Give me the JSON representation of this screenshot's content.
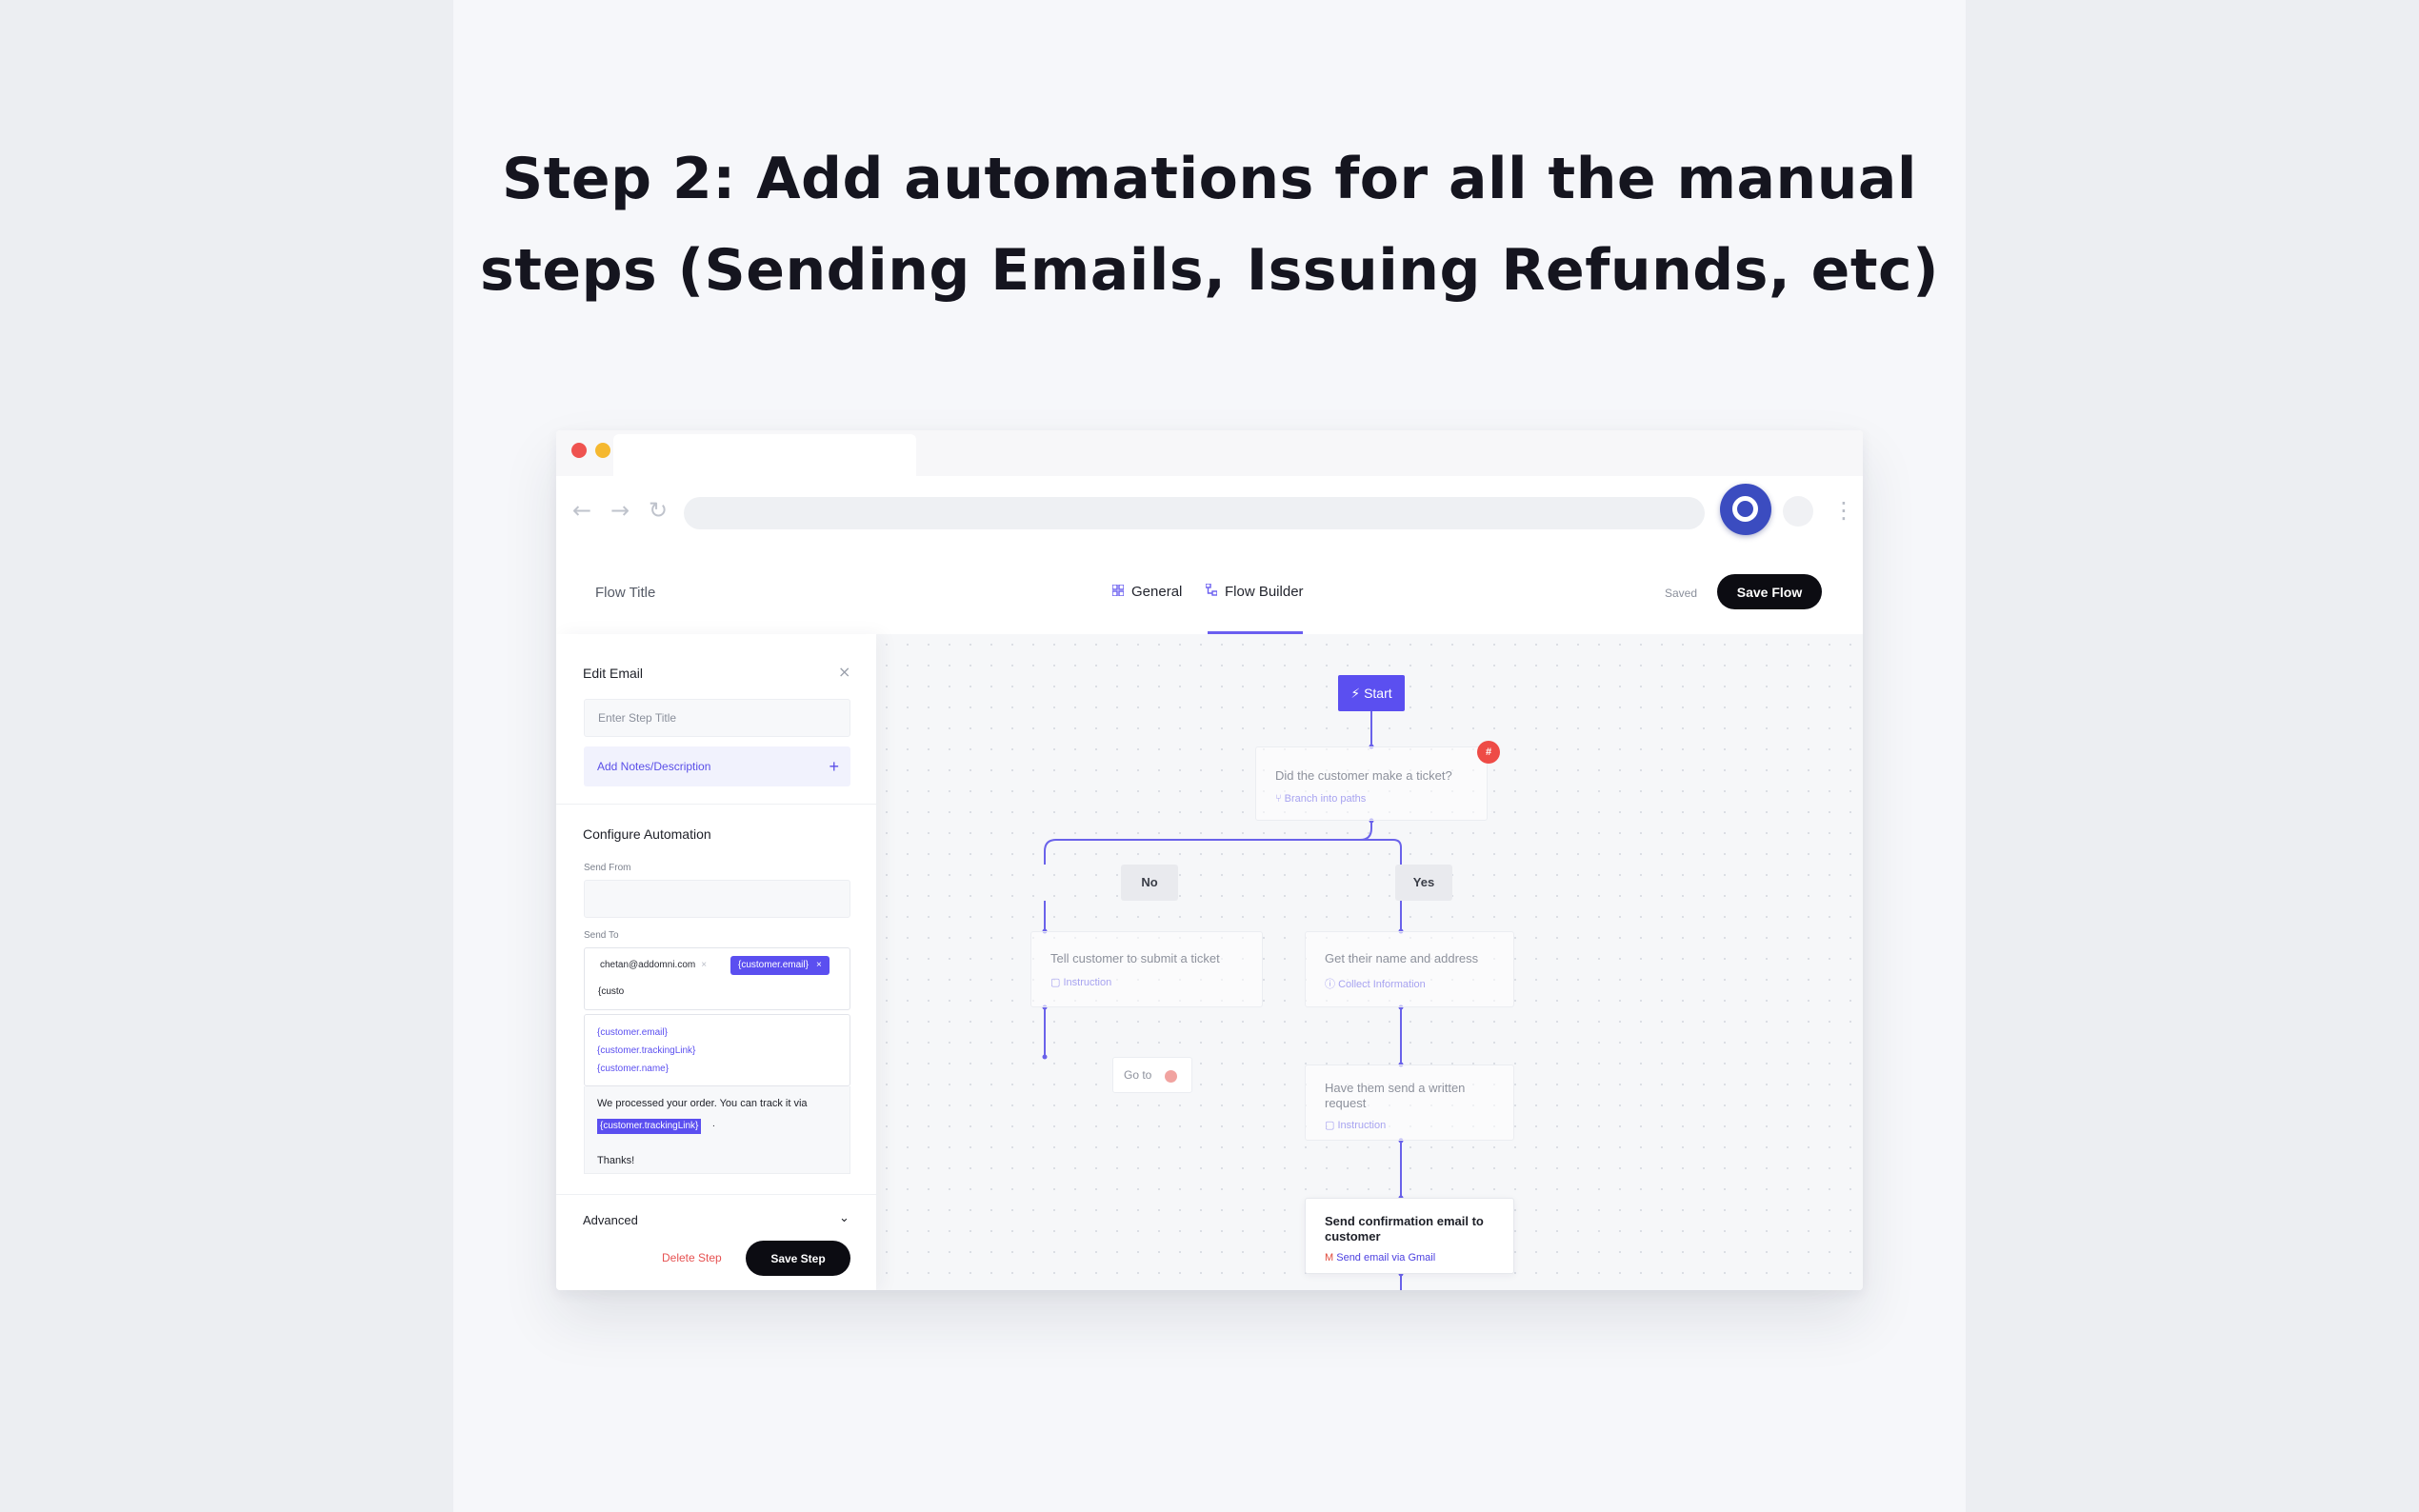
{
  "headline": {
    "line1": "Step 2: Add automations for all the manual",
    "line2": "steps (Sending Emails, Issuing Refunds, etc)"
  },
  "browser": {
    "nav": {
      "back": "←",
      "forward": "→",
      "reload": "↻"
    },
    "menu": "⋮"
  },
  "header": {
    "flow_title": "Flow Title",
    "tabs": [
      {
        "label": "General",
        "icon": "grid-icon"
      },
      {
        "label": "Flow Builder",
        "icon": "tree-icon"
      }
    ],
    "status": "Saved",
    "save_flow": "Save Flow"
  },
  "panel": {
    "title": "Edit Email",
    "close": "×",
    "step_title_placeholder": "Enter Step Title",
    "add_notes": "Add Notes/Description",
    "add_icon": "+",
    "configure": "Configure Automation",
    "send_from_label": "Send From",
    "send_from_value": "",
    "send_to_label": "Send To",
    "send_to_chips": [
      {
        "label": "chetan@addomni.com",
        "remove": "×"
      },
      {
        "label": "{customer.email}",
        "remove": "×"
      }
    ],
    "typed": "{custo",
    "suggestions": [
      "{customer.email}",
      "{customer.trackingLink}",
      "{customer.name}"
    ],
    "body": {
      "line1": "We processed your order. You can track it via",
      "variable": "{customer.trackingLink}",
      "after": ".",
      "thanks": "Thanks!"
    },
    "advanced": "Advanced",
    "advanced_chevron": "⌄",
    "delete_step": "Delete Step",
    "save_step": "Save Step"
  },
  "flow": {
    "start": "Start",
    "start_icon": "bolt-icon",
    "decision": {
      "title": "Did the customer make a ticket?",
      "sub": "Branch into paths",
      "badge": "#"
    },
    "no_label": "No",
    "yes_label": "Yes",
    "no_card": {
      "title": "Tell customer to submit a ticket",
      "sub": "Instruction"
    },
    "goto": "Go to",
    "yes_card1": {
      "title": "Get their name and address",
      "sub": "Collect Information"
    },
    "yes_card2": {
      "title": "Have them send a written request",
      "sub": "Instruction"
    },
    "yes_card3": {
      "title": "Send confirmation email to customer",
      "sub": "Send email via Gmail"
    }
  },
  "colors": {
    "accent": "#5b4ff0",
    "primary_button": "#0c0c12",
    "danger": "#e65252",
    "badge": "#ee4b46"
  }
}
